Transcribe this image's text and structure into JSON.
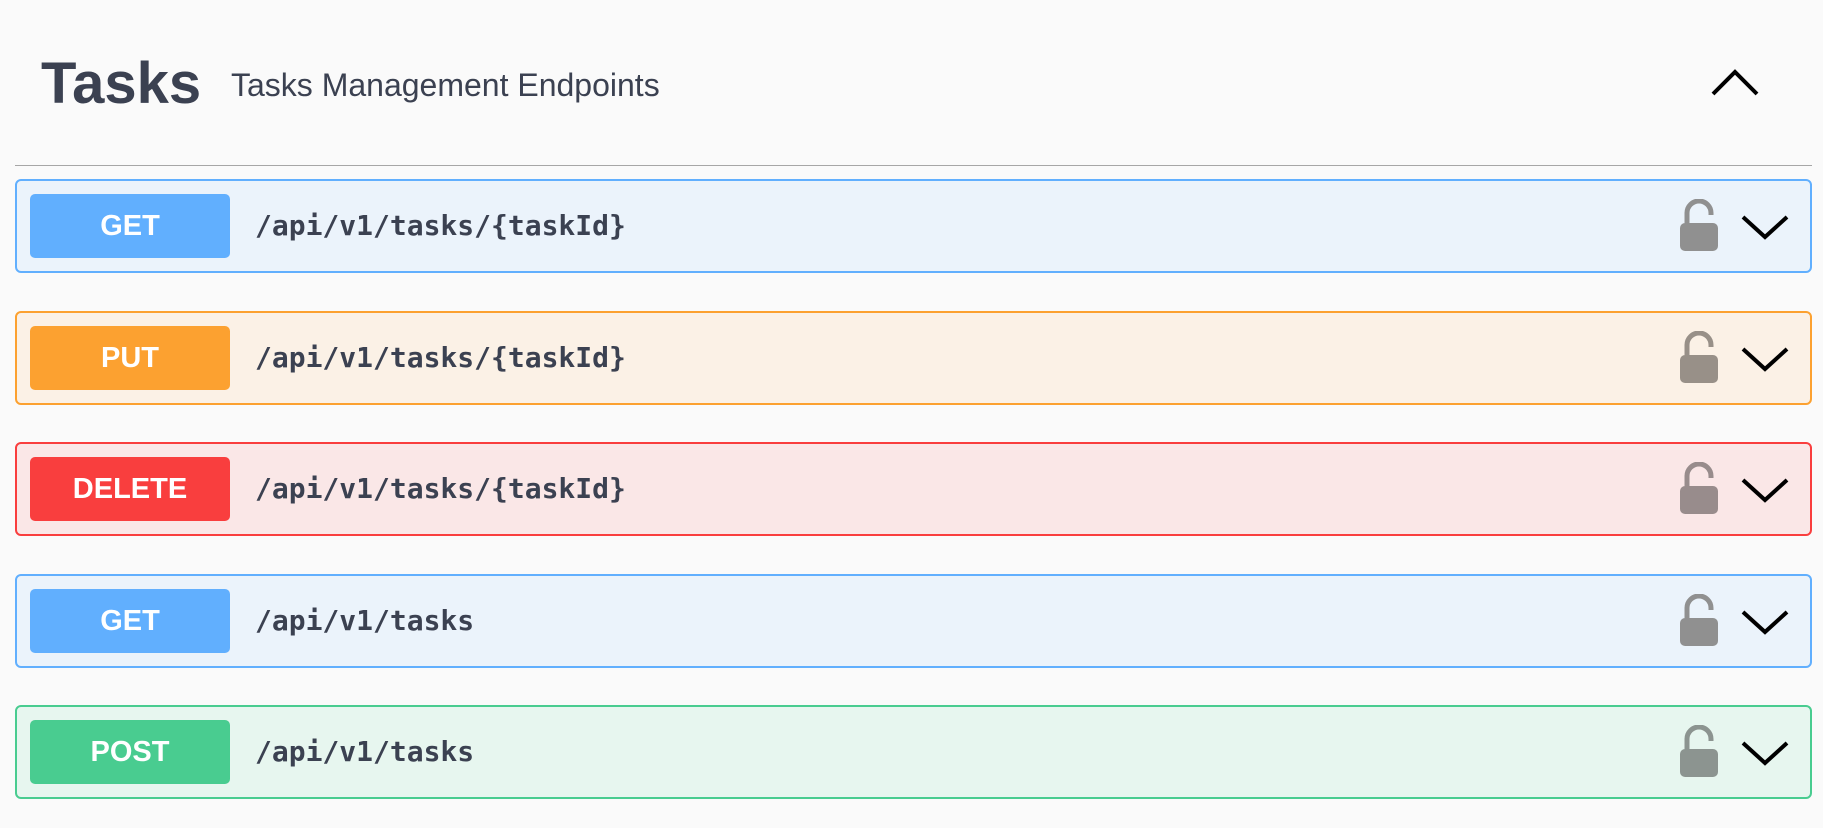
{
  "tag": {
    "title": "Tasks",
    "description": "Tasks Management Endpoints"
  },
  "operations": [
    {
      "method": "GET",
      "path": "/api/v1/tasks/{taskId}"
    },
    {
      "method": "PUT",
      "path": "/api/v1/tasks/{taskId}"
    },
    {
      "method": "DELETE",
      "path": "/api/v1/tasks/{taskId}"
    },
    {
      "method": "GET",
      "path": "/api/v1/tasks"
    },
    {
      "method": "POST",
      "path": "/api/v1/tasks"
    }
  ],
  "icons": {
    "collapse": "chevron-up-icon",
    "expand": "chevron-down-icon",
    "auth": "unlock-icon"
  },
  "colors": {
    "get": "#61affe",
    "put": "#fca130",
    "delete": "#f93e3e",
    "post": "#49cc90",
    "lock": "#909090"
  }
}
